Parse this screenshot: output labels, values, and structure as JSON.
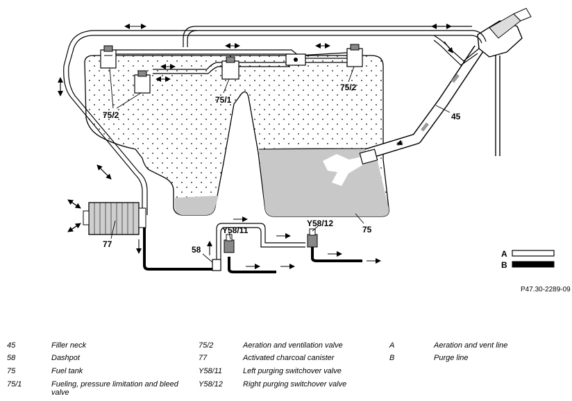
{
  "figure_id": "P47.30-2289-09",
  "callouts": {
    "c45": "45",
    "c58": "58",
    "c75": "75",
    "c75_1": "75/1",
    "c75_2_left": "75/2",
    "c75_2_right": "75/2",
    "c77": "77",
    "cY58_11": "Y58/11",
    "cY58_12": "Y58/12"
  },
  "line_key": {
    "a": "A",
    "b": "B"
  },
  "legend": [
    {
      "code": "45",
      "desc": "Filler neck"
    },
    {
      "code": "58",
      "desc": "Dashpot"
    },
    {
      "code": "75",
      "desc": "Fuel tank"
    },
    {
      "code": "75/1",
      "desc": "Fueling, pressure limitation and bleed valve"
    },
    {
      "code": "75/2",
      "desc": "Aeration and ventilation valve"
    },
    {
      "code": "77",
      "desc": "Activated charcoal canister"
    },
    {
      "code": "Y58/11",
      "desc": "Left purging switchover valve"
    },
    {
      "code": "Y58/12",
      "desc": "Right purging switchover valve"
    },
    {
      "code": "A",
      "desc": "Aeration and vent line"
    },
    {
      "code": "B",
      "desc": "Purge line"
    }
  ]
}
